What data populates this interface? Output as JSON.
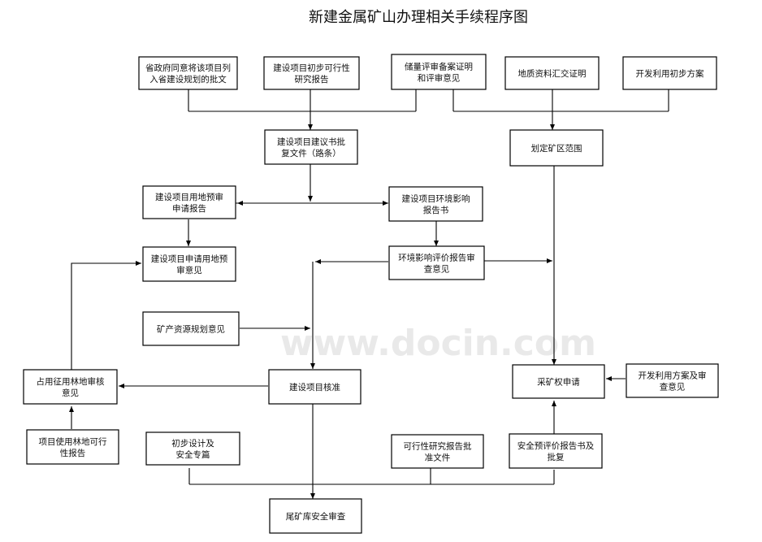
{
  "title": "新建金属矿山办理相关手续程序图",
  "watermark": "www.docin.com",
  "nodes": {
    "n_province": [
      "省政府同意将该项目列",
      "入省建设规划的批文"
    ],
    "n_feasibility_prelim": [
      "建设项目初步可行性",
      "研究报告"
    ],
    "n_reserves": [
      "储量评审备案证明",
      "和评审意见"
    ],
    "n_geology": [
      "地质资料汇交证明"
    ],
    "n_devplan": [
      "开发利用初步方案"
    ],
    "n_proposal": [
      "建设项目建议书批",
      "复文件（路条）"
    ],
    "n_mining_area": [
      "划定矿区范围"
    ],
    "n_land_apply": [
      "建设项目用地预审",
      "申请报告"
    ],
    "n_eia_report": [
      "建设项目环境影响",
      "报告书"
    ],
    "n_land_opinion": [
      "建设项目申请用地预",
      "审意见"
    ],
    "n_eia_opinion": [
      "环境影响评价报告审",
      "查意见"
    ],
    "n_mineral_plan": [
      "矿产资源规划意见"
    ],
    "n_forest_review": [
      "占用征用林地审核",
      "意见"
    ],
    "n_approval": [
      "建设项目核准"
    ],
    "n_mining_right": [
      "采矿权申请"
    ],
    "n_devplan_review": [
      "开发利用方案及审",
      "查意见"
    ],
    "n_forest_feas": [
      "项目使用林地可行",
      "性报告"
    ],
    "n_prelim_design": [
      "初步设计及",
      "安全专篇"
    ],
    "n_feas_approval": [
      "可行性研究报告批",
      "准文件"
    ],
    "n_safety_eval": [
      "安全预评价报告书及",
      "批复"
    ],
    "n_tailings": [
      "尾矿库安全审查"
    ]
  }
}
